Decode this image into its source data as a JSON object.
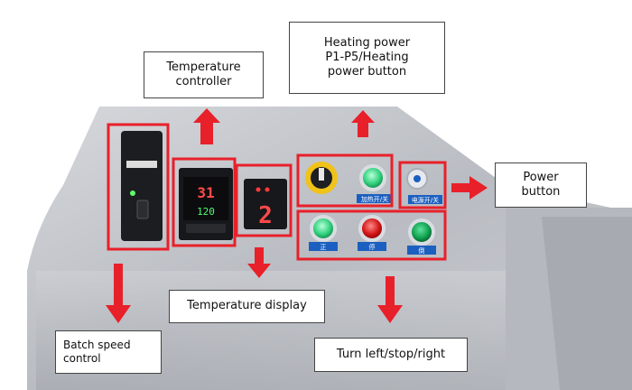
{
  "labels": {
    "temperature_controller": "Temperature\ncontroller",
    "heating_power": "Heating power\nP1-P5/Heating\npower button",
    "power_button": "Power\nbutton",
    "temperature_display": "Temperature display",
    "batch_speed": "Batch speed\ncontrol",
    "turn": "Turn left/stop/right"
  },
  "panel": {
    "controller_upper": "31",
    "controller_lower": "120",
    "display_digit": "2",
    "heating_switch_label": "加热开/关",
    "power_switch_label": "电源开/关",
    "left_label": "正",
    "stop_label": "停",
    "right_label": "倒"
  },
  "colors": {
    "highlight": "#e8202a",
    "arrow": "#e8202a",
    "label_plate": "#1b5fc0",
    "machine": "#c8cbd0"
  }
}
